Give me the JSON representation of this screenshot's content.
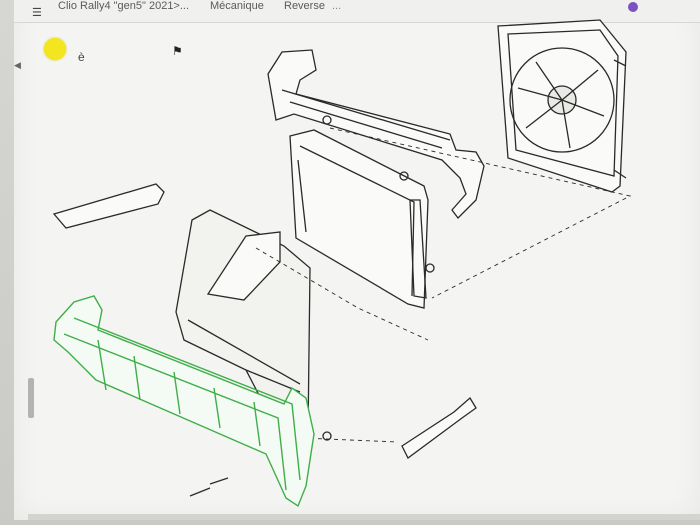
{
  "topbar": {
    "menu_icon": "menu-icon",
    "breadcrumb_1": "Clio Rally4 \"gen5\" 2021>...",
    "breadcrumb_2": "Mécanique",
    "breadcrumb_3": "Reverse",
    "breadcrumb_4": "..."
  },
  "toolbar": {
    "marker_icon": "highlight-dot-icon",
    "char_label": "è",
    "flag_icon": "flag-icon"
  },
  "diagram": {
    "highlight_color": "#3fae49",
    "line_color": "#2a2a2a"
  }
}
